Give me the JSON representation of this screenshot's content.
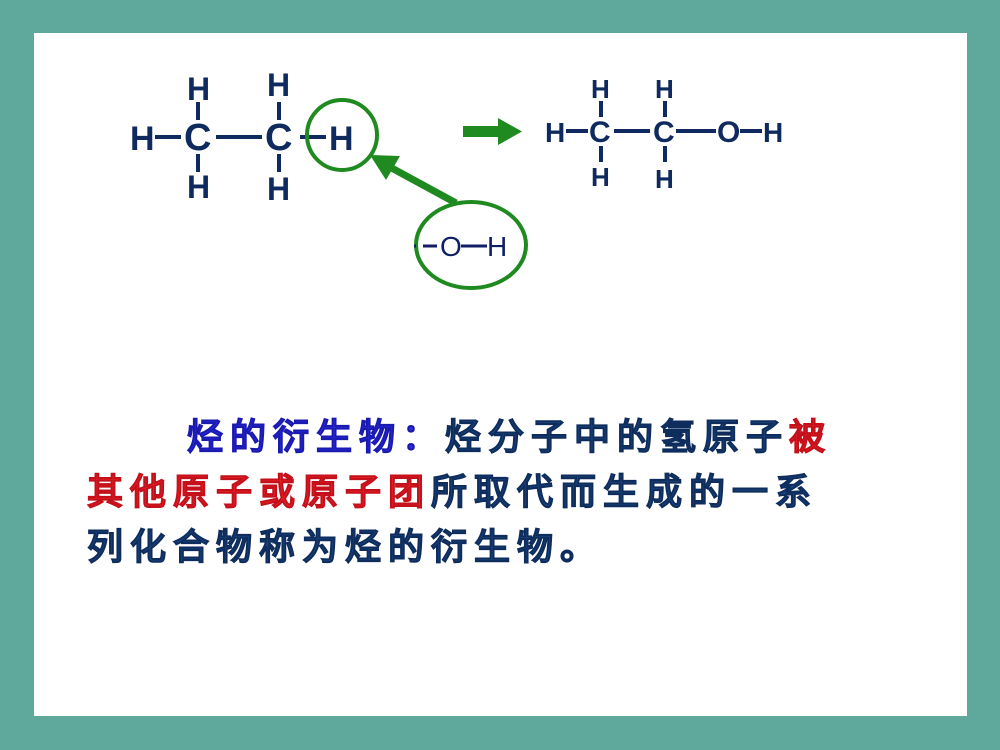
{
  "colors": {
    "background": "#5fa99c",
    "panel": "#ffffff",
    "atom": "#0f2a5e",
    "highlight": "#1f8a1f",
    "term": "#2d2fe6",
    "emphasis": "#f0242a",
    "body_text": "#1d4a86"
  },
  "diagram": {
    "ethane": {
      "atoms": {
        "h_left": "H",
        "c1": "C",
        "c2": "C",
        "h_right": "H",
        "h_top1": "H",
        "h_top2": "H",
        "h_bottom1": "H",
        "h_bottom2": "H"
      }
    },
    "hydroxyl_group": {
      "o": "O",
      "h": "H"
    },
    "ethanol": {
      "atoms": {
        "h_left": "H",
        "c1": "C",
        "c2": "C",
        "o": "O",
        "h_right": "H",
        "h_top1": "H",
        "h_top2": "H",
        "h_bottom1": "H",
        "h_bottom2": "H"
      }
    },
    "icons": {
      "reaction_arrow": "arrow-right-icon",
      "substitution_arrow": "arrow-up-left-icon"
    }
  },
  "definition": {
    "term": "烃的衍生物：",
    "line1_rest": "烃分子中的氢原子",
    "line1_red": "被",
    "line2_red": "其他原子或原子团",
    "line2_rest": "所取代而生成的一系",
    "line3": "列化合物称为烃的衍生物。"
  }
}
